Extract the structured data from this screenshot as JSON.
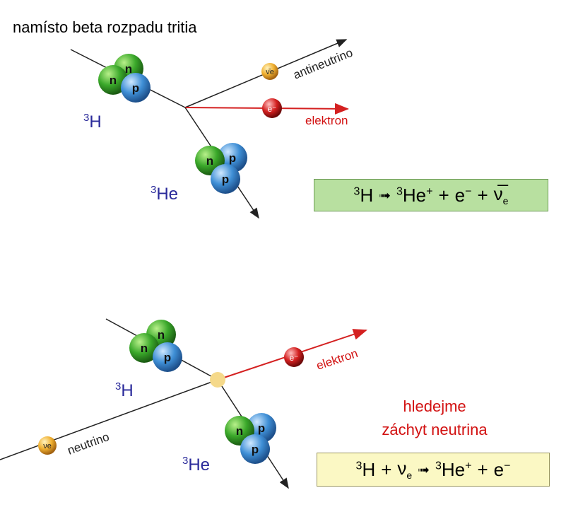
{
  "title": "namísto beta rozpadu tritia",
  "top": {
    "h3_mass": "3",
    "h3_symbol": "H",
    "he3_mass": "3",
    "he3_symbol": "He",
    "antineutrino_label": "antineutrino",
    "electron_label": "elektron",
    "particle_n": "n",
    "particle_p": "p",
    "electron_symbol": "e⁻",
    "antineutrino_symbol": "ν̄e"
  },
  "equation1": {
    "h_mass": "3",
    "h": "H",
    "arrow": "➟",
    "he_mass": "3",
    "he": "He",
    "he_charge": "+",
    "plus1": "+",
    "e": "e",
    "e_charge": "−",
    "plus2": "+",
    "nu": "ν̅",
    "nu_sub": "e"
  },
  "bottom": {
    "h3_mass": "3",
    "h3_symbol": "H",
    "he3_mass": "3",
    "he3_symbol": "He",
    "neutrino_label": "neutrino",
    "electron_label": "elektron",
    "particle_n": "n",
    "particle_p": "p",
    "electron_symbol": "e⁻",
    "neutrino_symbol": "νe"
  },
  "hint": {
    "line1": "hledejme",
    "line2": "záchyt neutrina"
  },
  "equation2": {
    "h_mass": "3",
    "h": "H",
    "plus1": "+",
    "nu": "ν",
    "nu_sub": "e",
    "arrow": "➟",
    "he_mass": "3",
    "he": "He",
    "he_charge": "+",
    "plus2": "+",
    "e": "e",
    "e_charge": "−"
  },
  "colors": {
    "neutron": "#3aa82a",
    "proton": "#3f8fd6",
    "electron": "#d42020",
    "neutrino": "#f0a020",
    "vertex": "#f5d98a",
    "nucleus_label": "#2a2a9a",
    "red_text": "#d21010"
  }
}
